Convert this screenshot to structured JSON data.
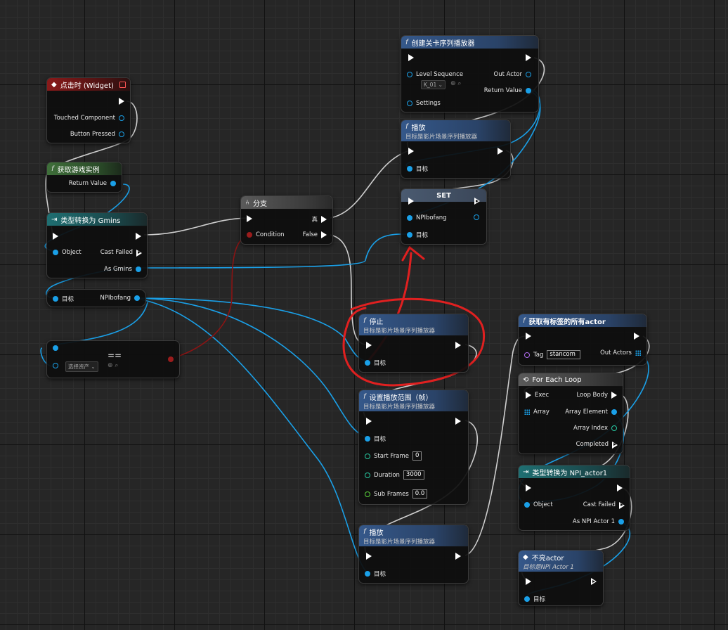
{
  "nodes": {
    "on_clicked": {
      "title": "点击时 (Widget)",
      "pins": {
        "touched": "Touched Component",
        "pressed": "Button Pressed"
      }
    },
    "get_game_instance": {
      "title": "获取游戏实例",
      "return": "Return Value"
    },
    "cast_gmins": {
      "title": "类型转换为 Gmins",
      "object": "Object",
      "cast_failed": "Cast Failed",
      "as": "As Gmins"
    },
    "get_var": {
      "target": "目标",
      "var": "NPIbofang"
    },
    "equals": {
      "symbol": "==",
      "asset": "选择资产"
    },
    "branch": {
      "title": "分支",
      "true": "真",
      "condition": "Condition",
      "false": "False"
    },
    "create_seq": {
      "title": "创建关卡序列播放器",
      "level_sequence": "Level Sequence",
      "asset": "K_01",
      "settings": "Settings",
      "out_actor": "Out Actor",
      "return": "Return Value"
    },
    "play1": {
      "title": "播放",
      "subtitle": "目标是影片场景序列播放器",
      "target": "目标"
    },
    "set": {
      "title": "SET",
      "var": "NPIbofang",
      "target": "目标"
    },
    "stop": {
      "title": "停止",
      "subtitle": "目标是影片场景序列播放器",
      "target": "目标"
    },
    "set_range": {
      "title": "设置播放范围（帧）",
      "subtitle": "目标是影片场景序列播放器",
      "target": "目标",
      "start_frame": "Start Frame",
      "start_val": "0",
      "duration": "Duration",
      "duration_val": "3000",
      "sub_frames": "Sub Frames",
      "sub_val": "0.0"
    },
    "play2": {
      "title": "播放",
      "subtitle": "目标是影片场景序列播放器",
      "target": "目标"
    },
    "get_tagged": {
      "title": "获取有标签的所有actor",
      "tag": "Tag",
      "tag_val": "stancom",
      "out": "Out Actors"
    },
    "foreach": {
      "title": "For Each Loop",
      "exec": "Exec",
      "loop_body": "Loop Body",
      "array": "Array",
      "element": "Array Element",
      "index": "Array Index",
      "completed": "Completed"
    },
    "cast_npi": {
      "title": "类型转换为 NPI_actor1",
      "object": "Object",
      "cast_failed": "Cast Failed",
      "as": "As NPI Actor 1"
    },
    "hide_actor": {
      "title": "不亮actor",
      "subtitle": "目标是NPI Actor 1",
      "target": "目标"
    }
  },
  "colors": {
    "exec": "#ffffff",
    "object": "#1aa0e8",
    "bool": "#9a1c1c",
    "int": "#27c8a0",
    "float": "#5bd43c",
    "name": "#b06cf0",
    "annotation": "#e02020"
  }
}
